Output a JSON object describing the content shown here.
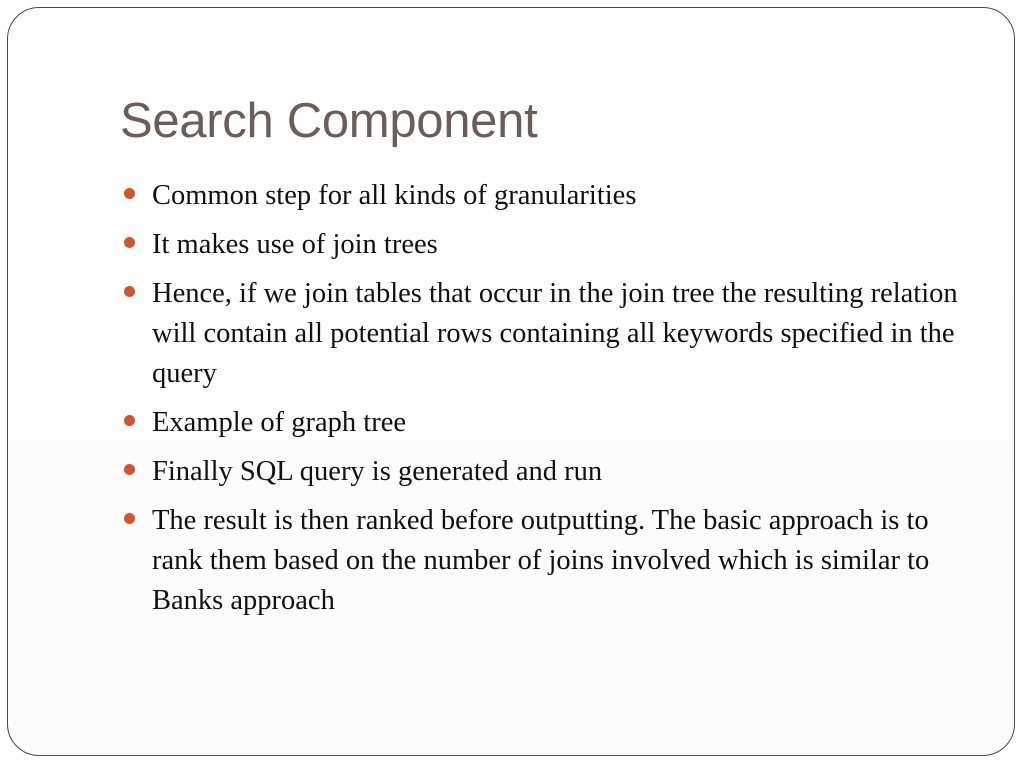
{
  "slide": {
    "title": "Search Component",
    "bullet_color": "#d3542a",
    "bullets": [
      "Common step for all kinds of granularities",
      "It makes use of join trees",
      "Hence, if we join tables that occur in the join tree the resulting relation will contain all potential rows containing all keywords specified in the query",
      "Example of graph tree",
      "Finally SQL query is generated and run",
      "The result is then ranked before outputting. The basic approach is to rank them based on the number of joins involved which is similar to Banks approach"
    ]
  }
}
